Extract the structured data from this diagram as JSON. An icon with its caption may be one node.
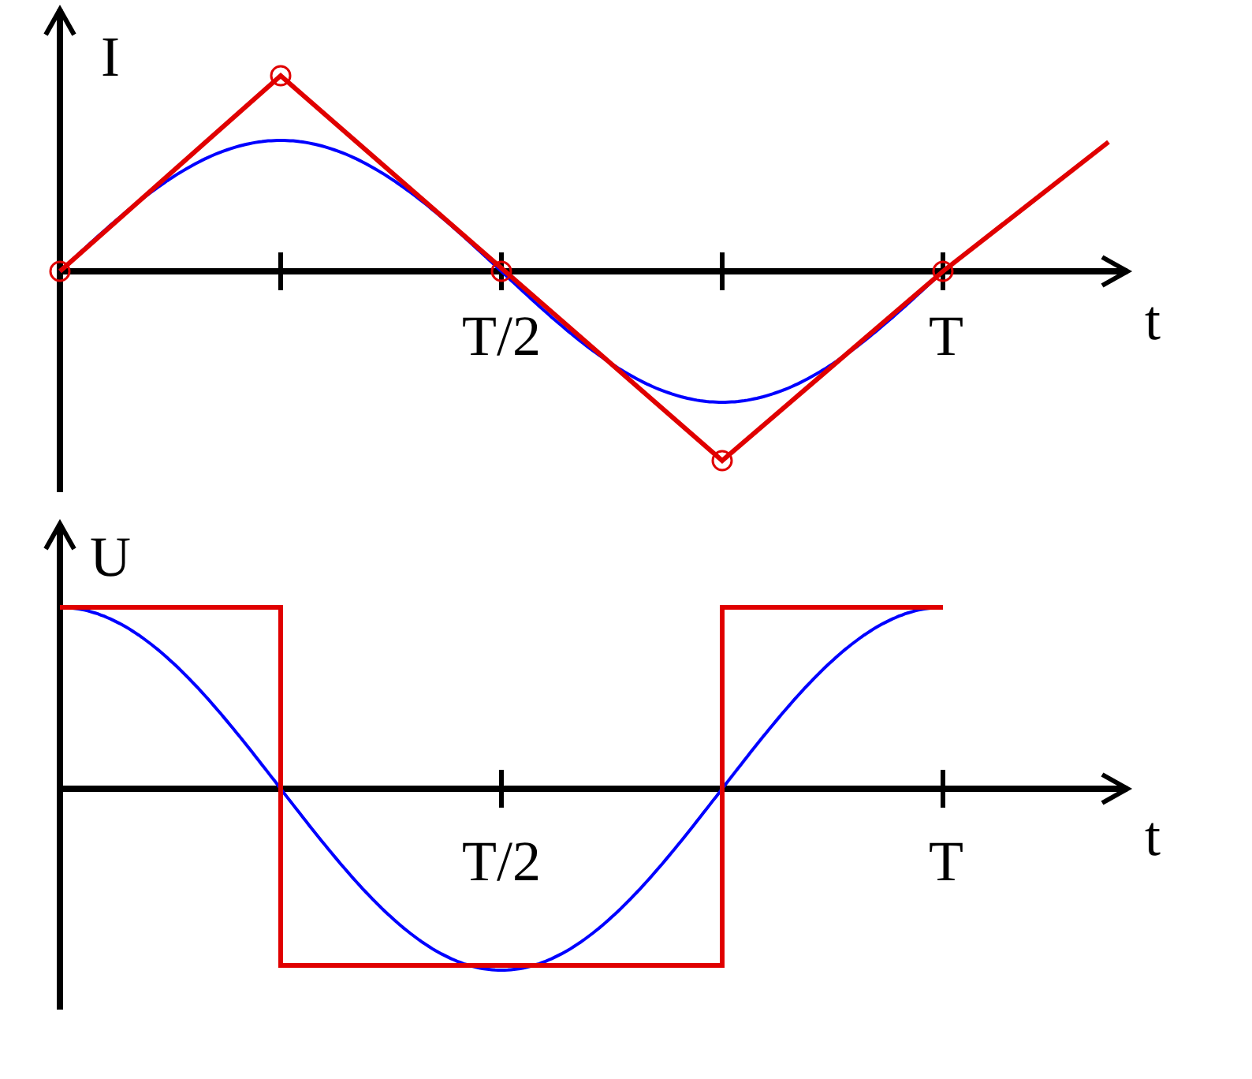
{
  "diagram": {
    "labels": [
      "I",
      "t",
      "T/2",
      "T",
      "U",
      "t",
      "T/2",
      "T"
    ]
  }
}
